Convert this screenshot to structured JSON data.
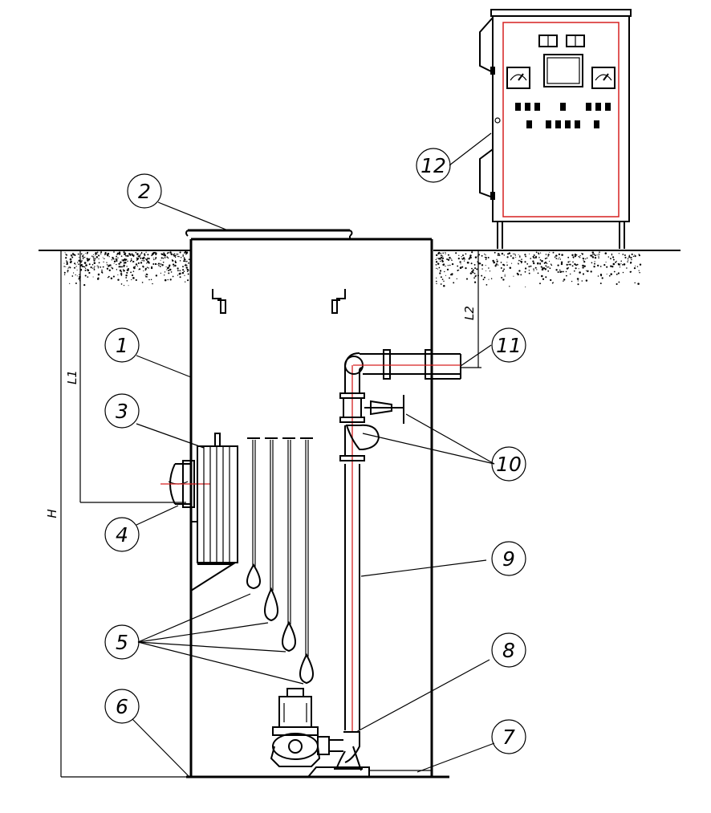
{
  "callouts": [
    {
      "id": "1",
      "text": "1"
    },
    {
      "id": "2",
      "text": "2"
    },
    {
      "id": "3",
      "text": "3"
    },
    {
      "id": "4",
      "text": "4"
    },
    {
      "id": "5",
      "text": "5"
    },
    {
      "id": "6",
      "text": "6"
    },
    {
      "id": "7",
      "text": "7"
    },
    {
      "id": "8",
      "text": "8"
    },
    {
      "id": "9",
      "text": "9"
    },
    {
      "id": "10",
      "text": "10"
    },
    {
      "id": "11",
      "text": "11"
    },
    {
      "id": "12",
      "text": "12"
    }
  ],
  "dimensions": {
    "h": "H",
    "l1": "L1",
    "l2": "L2"
  },
  "colors": {
    "line": "#000000",
    "axis": "#d62020",
    "cabinet_border": "#d62020"
  }
}
